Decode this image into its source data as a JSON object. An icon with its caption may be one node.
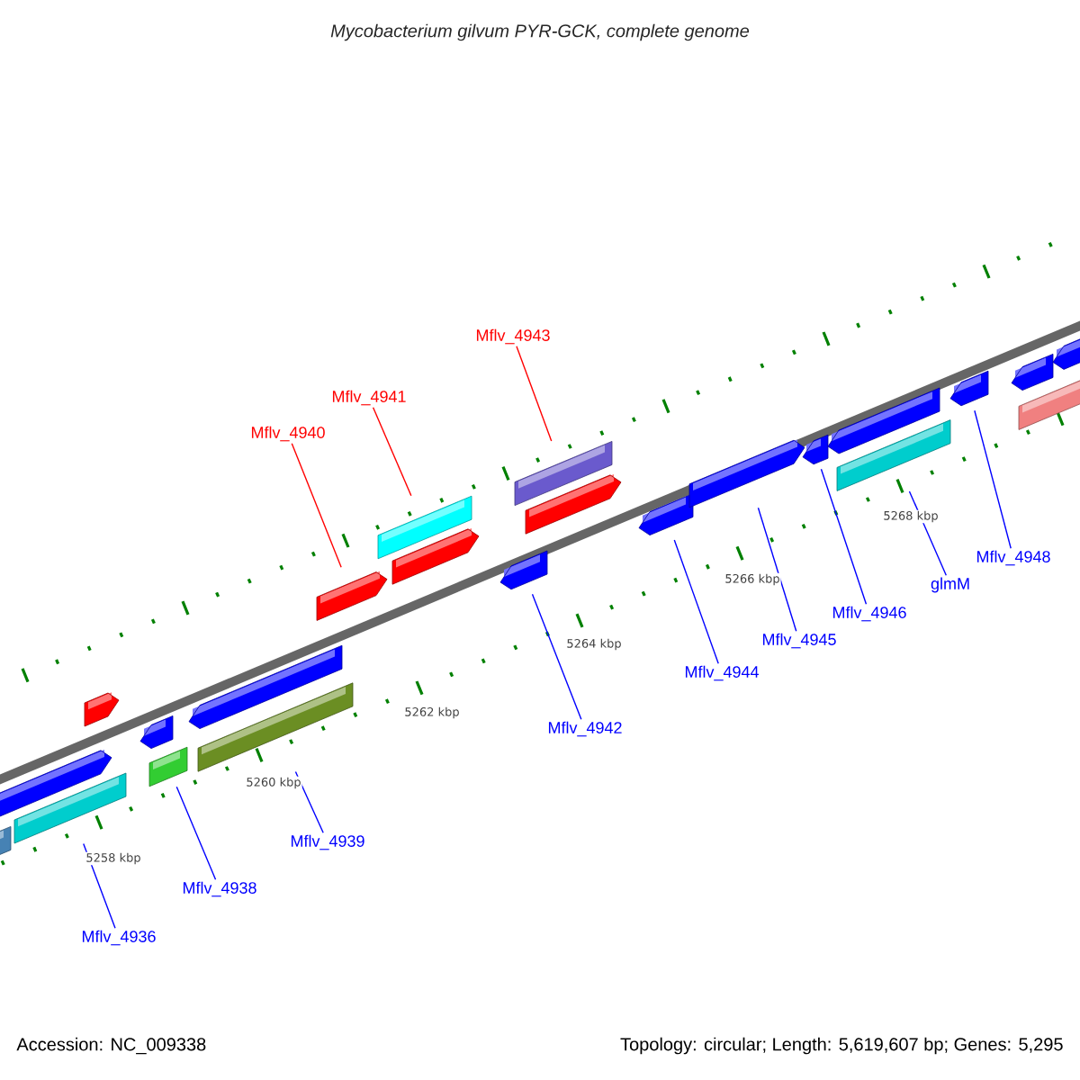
{
  "diagram": {
    "title": "Mycobacterium gilvum PYR-GCK, complete genome",
    "nodes": [
      {
        "text": [
          "Mflv_4943"
        ]
      },
      {
        "text": [
          "Mflv_4941"
        ]
      },
      {
        "text": [
          "Mflv_4940"
        ]
      },
      {
        "text": [
          "Mflv_4942"
        ]
      },
      {
        "text": [
          "Mflv_4944"
        ]
      },
      {
        "text": [
          "Mflv_4945"
        ]
      },
      {
        "text": [
          "Mflv_4946"
        ]
      },
      {
        "text": [
          "glmM"
        ]
      },
      {
        "text": [
          "Mflv_4948"
        ]
      },
      {
        "text": [
          "Mflv_4939"
        ]
      },
      {
        "text": [
          "Mflv_4938"
        ]
      },
      {
        "text": [
          "Mflv_4936"
        ]
      },
      {
        "text": [],
        "shape": "arrow"
      },
      {
        "text": [],
        "shape": "arrow"
      },
      {
        "text": [],
        "shape": "arrow"
      },
      {
        "text": [],
        "shape": "arrow"
      },
      {
        "text": [],
        "shape": "arrow"
      },
      {
        "text": [],
        "shape": "arrow"
      },
      {
        "text": [],
        "shape": "arrow"
      },
      {
        "text": [],
        "shape": "arrow"
      },
      {
        "text": [],
        "shape": "arrow"
      },
      {
        "text": [],
        "shape": "arrow"
      },
      {
        "text": [],
        "shape": "arrow"
      },
      {
        "text": [],
        "shape": "arrow"
      },
      {
        "text": [],
        "shape": "arrow"
      },
      {
        "text": [],
        "shape": "arrow"
      },
      {
        "text": [],
        "shape": "arrow"
      },
      {
        "text": [],
        "shape": "arrow"
      },
      {
        "text": [],
        "shape": "arrow"
      },
      {
        "text": [],
        "shape": "arrow"
      },
      {
        "text": [],
        "shape": "arrow"
      },
      {
        "text": [],
        "shape": "arrow"
      },
      {
        "text": [],
        "shape": "arrow"
      },
      {
        "text": [],
        "shape": "arrow"
      },
      {
        "text": [],
        "shape": "arrow"
      }
    ],
    "edges": [
      {
        "from": 0,
        "to": 24,
        "arrow": "none",
        "color": "#ff0000"
      },
      {
        "from": 1,
        "to": 21,
        "arrow": "none",
        "color": "#ff0000"
      },
      {
        "from": 2,
        "to": 20,
        "arrow": "none",
        "color": "#ff0000"
      },
      {
        "from": 3,
        "to": 23,
        "arrow": "none"
      },
      {
        "from": 4,
        "to": 26,
        "arrow": "none"
      },
      {
        "from": 5,
        "to": 27,
        "arrow": "none"
      },
      {
        "from": 6,
        "to": 28,
        "arrow": "none"
      },
      {
        "from": 7,
        "to": 30,
        "arrow": "none"
      },
      {
        "from": 8,
        "to": 31,
        "arrow": "none"
      },
      {
        "from": 9,
        "to": 19,
        "arrow": "none"
      },
      {
        "from": 10,
        "to": 17,
        "arrow": "none"
      },
      {
        "from": 11,
        "to": 14,
        "arrow": "none"
      }
    ],
    "labels": [
      "5258 kbp",
      "5260 kbp",
      "5262 kbp",
      "5264 kbp",
      "5266 kbp",
      "5268 kbp",
      "Accession: NC_009338",
      "Topology: circular; Length: 5,619,607 bp; Genes: 5,295"
    ]
  }
}
